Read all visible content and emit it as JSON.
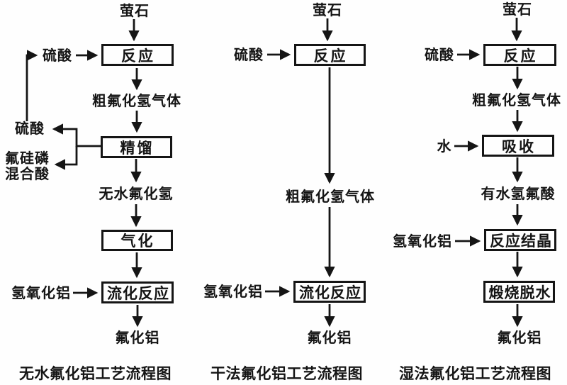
{
  "page": {
    "background": "#fefefe",
    "ink": "#151515"
  },
  "diagrams": [
    {
      "title": "无水氟化铝工艺流程图",
      "labels": {
        "fluorite": "萤石",
        "sulfuric_acid": "硫酸",
        "reaction": "反应",
        "crude_hf_gas": "粗氟化氢气体",
        "distillation": "精馏",
        "sulfuric_acid_byproduct": "硫酸",
        "mixed_acid_line1": "氟硅磷",
        "mixed_acid_line2": "混合酸",
        "anhydrous_hf": "无水氟化氢",
        "gasification": "气化",
        "aluminum_hydroxide": "氢氧化铝",
        "fluidized_reaction": "流化反应",
        "aluminum_fluoride": "氟化铝"
      }
    },
    {
      "title": "干法氟化铝工艺流程图",
      "labels": {
        "fluorite": "萤石",
        "sulfuric_acid": "硫酸",
        "reaction": "反应",
        "crude_hf_gas": "粗氟化氢气体",
        "aluminum_hydroxide": "氢氧化铝",
        "fluidized_reaction": "流化反应",
        "aluminum_fluoride": "氟化铝"
      }
    },
    {
      "title": "湿法氟化铝工艺流程图",
      "labels": {
        "fluorite": "萤石",
        "sulfuric_acid": "硫酸",
        "reaction": "反应",
        "crude_hf_gas": "粗氟化氢气体",
        "water": "水",
        "absorption": "吸收",
        "aqueous_hf": "有水氢氟酸",
        "aluminum_hydroxide": "氢氧化铝",
        "reaction_crystallization": "反应结晶",
        "calcination_dehydration": "煅烧脱水",
        "aluminum_fluoride": "氟化铝"
      }
    }
  ]
}
